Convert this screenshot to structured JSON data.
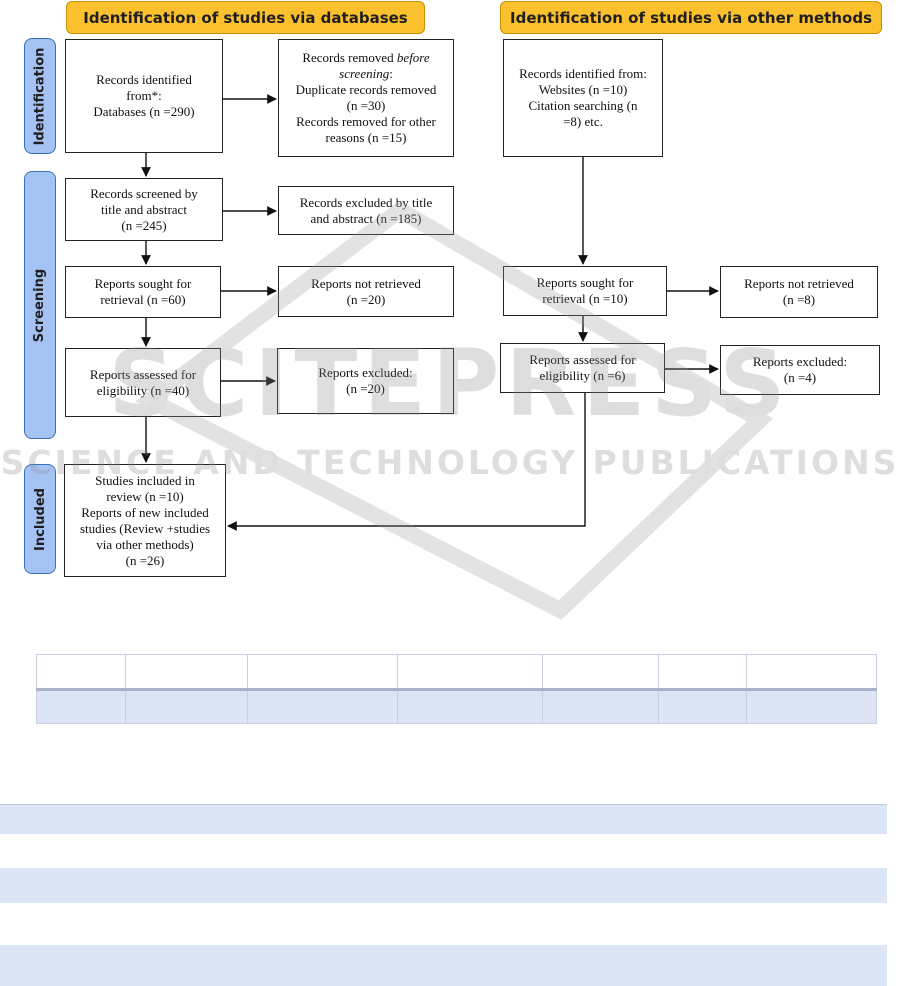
{
  "headers": {
    "databases": "Identification of studies via databases",
    "other_methods": "Identification of studies via other methods"
  },
  "stages": {
    "identification": "Identification",
    "screening": "Screening",
    "included": "Included"
  },
  "boxes": {
    "records_identified": [
      "Records identified",
      "from*:",
      "Databases (n =290)"
    ],
    "records_removed": {
      "line1": "Records removed ",
      "line1_italic": "before",
      "line2_italic": "screening",
      "line2_rest": ":",
      "rest": [
        "Duplicate records removed",
        "(n =30)",
        "Records removed for other",
        "reasons (n =15)"
      ]
    },
    "records_screened": [
      "Records screened by",
      "title and abstract",
      "(n =245)"
    ],
    "records_excluded": [
      "Records excluded by title",
      "and abstract (n =185)"
    ],
    "reports_sought_db": [
      "Reports sought for",
      "retrieval (n =60)"
    ],
    "reports_not_retrieved_db": [
      "Reports not retrieved",
      "(n =20)"
    ],
    "reports_assessed_db": [
      "Reports assessed for",
      "eligibility (n =40)"
    ],
    "reports_excluded_db": [
      "Reports excluded:",
      "(n =20)"
    ],
    "studies_included": [
      "Studies included in",
      "review (n =10)",
      "Reports of new included",
      "studies (Review +studies",
      "via other methods)",
      "(n =26)"
    ],
    "records_identified_other": [
      "Records identified from:",
      "Websites (n =10)",
      "Citation searching (n",
      "=8) etc."
    ],
    "reports_sought_other": [
      "Reports sought for",
      "retrieval (n =10)"
    ],
    "reports_not_retrieved_other": [
      "Reports not retrieved",
      "(n =8)"
    ],
    "reports_assessed_other": [
      "Reports assessed for",
      "eligibility (n =6)"
    ],
    "reports_excluded_other": [
      "Reports excluded:",
      "(n =4)"
    ]
  },
  "watermark": {
    "main": "SCITEPRESS",
    "sub": "SCIENCE AND TECHNOLOGY PUBLICATIONS"
  }
}
